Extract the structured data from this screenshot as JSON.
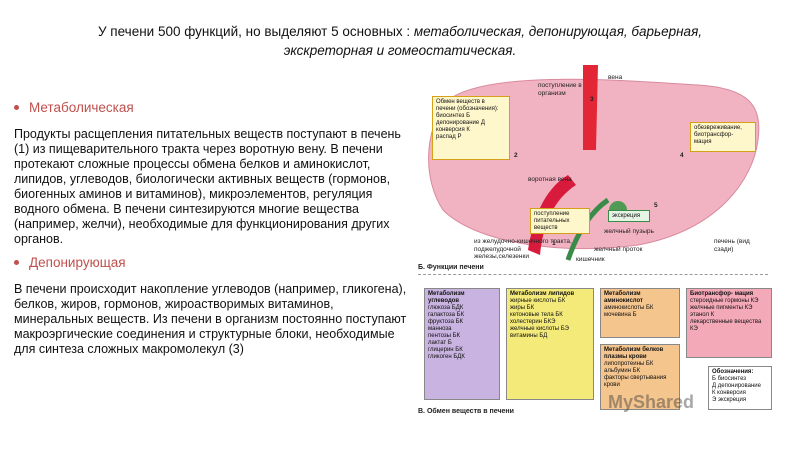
{
  "header": {
    "title_plain": "У печени 500 функций, но выделяют 5 основных : ",
    "title_italic_1": "метаболическая, депонирующая, барьерная,",
    "title_italic_2": "экскреторная и гомеостатическая."
  },
  "sections": [
    {
      "heading": "Метаболическая",
      "text": "Продукты расщепления питательных веществ поступают в печень (1) из пищеварительного тракта через воротную вену. В печени протекают сложные процессы обмена белков и аминокислот, липидов, углеводов, биологически активных веществ (гормонов, биогенных аминов и витаминов), микроэлементов, регуляция водного обмена. В печени синтезируются многие вещества (например, желчи), необходимые для функционирования других органов."
    },
    {
      "heading": "Депонирующая",
      "text": "В печени происходит накопление углеводов (например, гликогена), белков, жиров, гормонов, жироастворимых витаминов, минеральных веществ. Из печени в организм постоянно поступают макроэргические соединения и структурные блоки, необходимые для синтеза сложных макромолекул (3)"
    }
  ],
  "figure": {
    "vena": "вена",
    "postuplenie_org": "поступление в организм",
    "obmen_title": "Обмен веществ в печени (обозначения):",
    "biosintez": "биосинтез",
    "biosintez_code": "Б",
    "deponirovanie": "депонирование",
    "deponirovanie_code": "Д",
    "konversia": "конверсия",
    "konversia_code": "К",
    "raspad": "распад",
    "raspad_code": "Р",
    "obezvrezhivanie": "обезвреживание, биотрансфор- мация",
    "vorotnaya": "воротная вена",
    "postuplenie_pit": "поступление питательных веществ",
    "ekskrecia": "экскреция",
    "zhelch_puzyr": "желчный пузырь",
    "zhelch_protok": "желчный проток",
    "iz_zhkt": "из желудочно-кишечного тракта, поджелудочной железы,селезенки",
    "kishechnik": "кишечник",
    "pechen": "печень (вид сзади)",
    "num1": "1",
    "num2": "2",
    "num3": "3",
    "num4": "4",
    "num5": "5",
    "section_b": "Б. Функции печени",
    "section_v": "В. Обмен веществ в печени",
    "box_uglevod_title": "Метаболизм углеводов",
    "box_uglevod_items": [
      "глюкоза БДК",
      "галактоза БК",
      "фруктоза БК",
      "манноза",
      "пентозы БК",
      "лактат Б",
      "глицерин БК",
      "гликоген БДК"
    ],
    "box_lipid_title": "Метаболизм липидов",
    "box_lipid_items": [
      "жирные кислоты БК",
      "жиры БК",
      "кетоновые тела БК",
      "холестерин БКЭ",
      "желчные кислоты БЭ",
      "витамины БД"
    ],
    "box_amino_title": "Метаболизм аминокислот",
    "box_amino_items": [
      "аминокислоты БК",
      "мочевина Б"
    ],
    "box_belok_title": "Метаболизм белков плазмы крови",
    "box_belok_items": [
      "липопротеины БК",
      "альбумин БК",
      "факторы свертывания крови"
    ],
    "box_bio_title": "Биотрансфор- мация",
    "box_bio_items": [
      "стероидные гормоны КЭ",
      "желчные пигменты КЭ",
      "этанол К",
      "лекарственные вещества КЭ"
    ],
    "legend_title": "Обозначения:",
    "legend_items": [
      "Б биосинтез",
      "Д депонирование",
      "К конверсия",
      "Э экскреция"
    ],
    "watermark": "MyShared"
  }
}
